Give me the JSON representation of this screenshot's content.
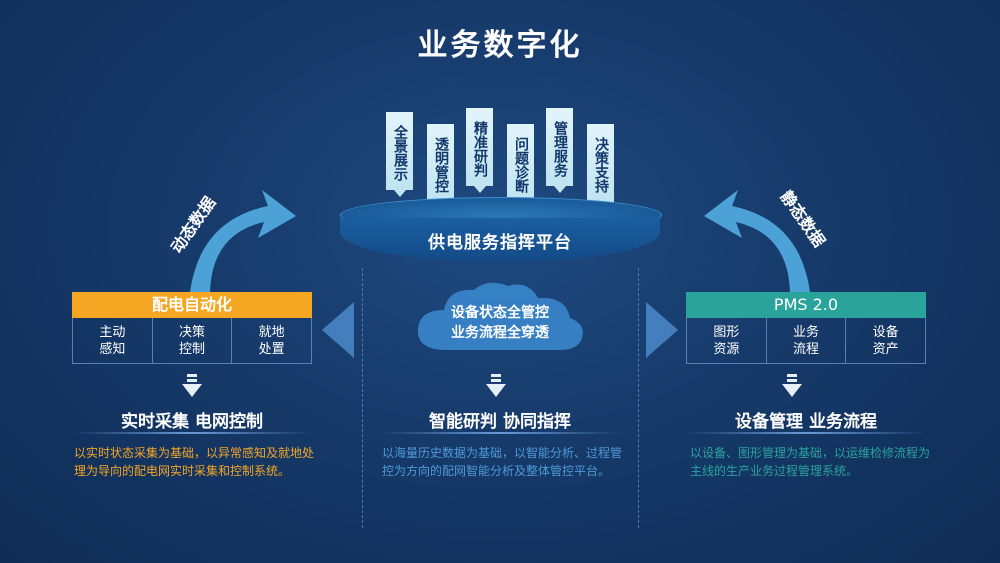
{
  "title": "业务数字化",
  "banners": [
    "全景展示",
    "透明管控",
    "精准研判",
    "问题诊断",
    "管理服务",
    "决策支持"
  ],
  "platform_label": "供电服务指挥平台",
  "left_arrow_label": "动态数据",
  "right_arrow_label": "静态数据",
  "left_panel": {
    "header": "配电自动化",
    "header_color": "#f5a623",
    "cells": [
      [
        "主动",
        "感知"
      ],
      [
        "决策",
        "控制"
      ],
      [
        "就地",
        "处置"
      ]
    ]
  },
  "right_panel": {
    "header": "PMS 2.0",
    "header_color": "#2aa39b",
    "cells": [
      [
        "图形",
        "资源"
      ],
      [
        "业务",
        "流程"
      ],
      [
        "设备",
        "资产"
      ]
    ]
  },
  "cloud": {
    "line1": "设备状态全管控",
    "line2": "业务流程全穿透"
  },
  "columns": [
    {
      "title": "实时采集  电网控制",
      "desc": "以实时状态采集为基础，以异常感知及就地处理为导向的配电网实时采集和控制系统。",
      "color": "#f5a623"
    },
    {
      "title": "智能研判  协同指挥",
      "desc": "以海量历史数据为基础，以智能分析、过程管控为方向的配网智能分析及整体管控平台。",
      "color": "#4f9ad8"
    },
    {
      "title": "设备管理  业务流程",
      "desc": "以设备、图形管理为基础，以运维检修流程为主线的生产业务过程管理系统。",
      "color": "#2aa39b"
    }
  ]
}
